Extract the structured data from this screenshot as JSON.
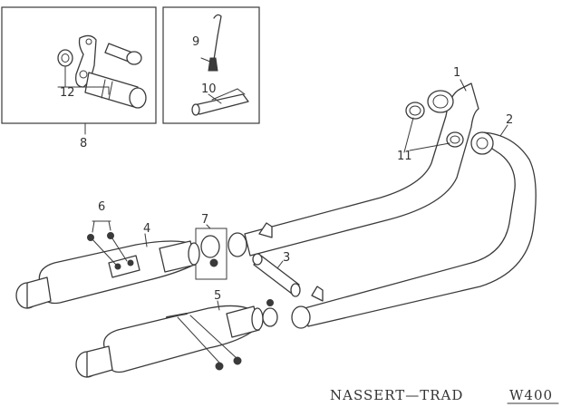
{
  "callouts": {
    "c1": "1",
    "c2": "2",
    "c3": "3",
    "c4": "4",
    "c5": "5",
    "c6": "6",
    "c7": "7",
    "c8": "8",
    "c9": "9",
    "c10": "10",
    "c11": "11",
    "c12": "12"
  },
  "caption": {
    "title": "NASSERT—TRAD",
    "model": "W400"
  }
}
